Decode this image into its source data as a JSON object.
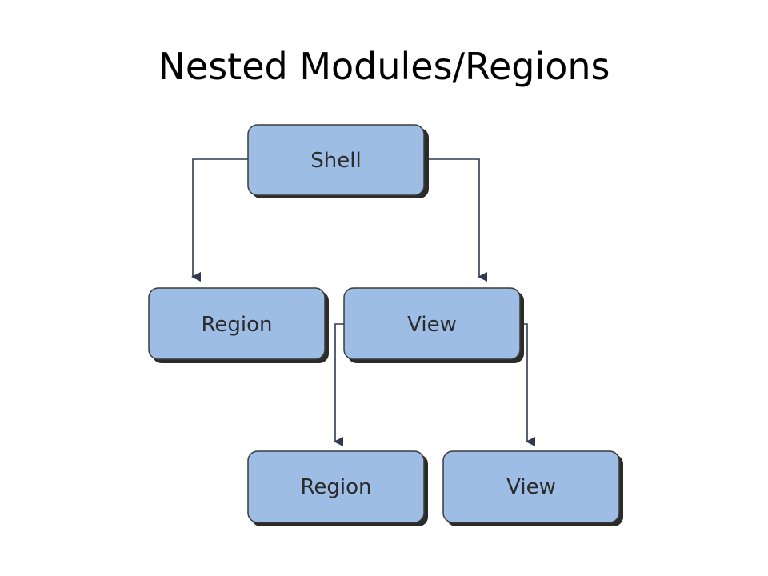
{
  "title": "Nested Modules/Regions",
  "diagram": {
    "nodes": {
      "shell": "Shell",
      "region_left": "Region",
      "view_mid": "View",
      "region_bottom": "Region",
      "view_bottom": "View"
    }
  },
  "colors": {
    "box_fill": "#9dbde4",
    "box_border": "#3b3b3b",
    "box_shadow": "#2b2b2b",
    "connector": "#2e3a4f"
  }
}
